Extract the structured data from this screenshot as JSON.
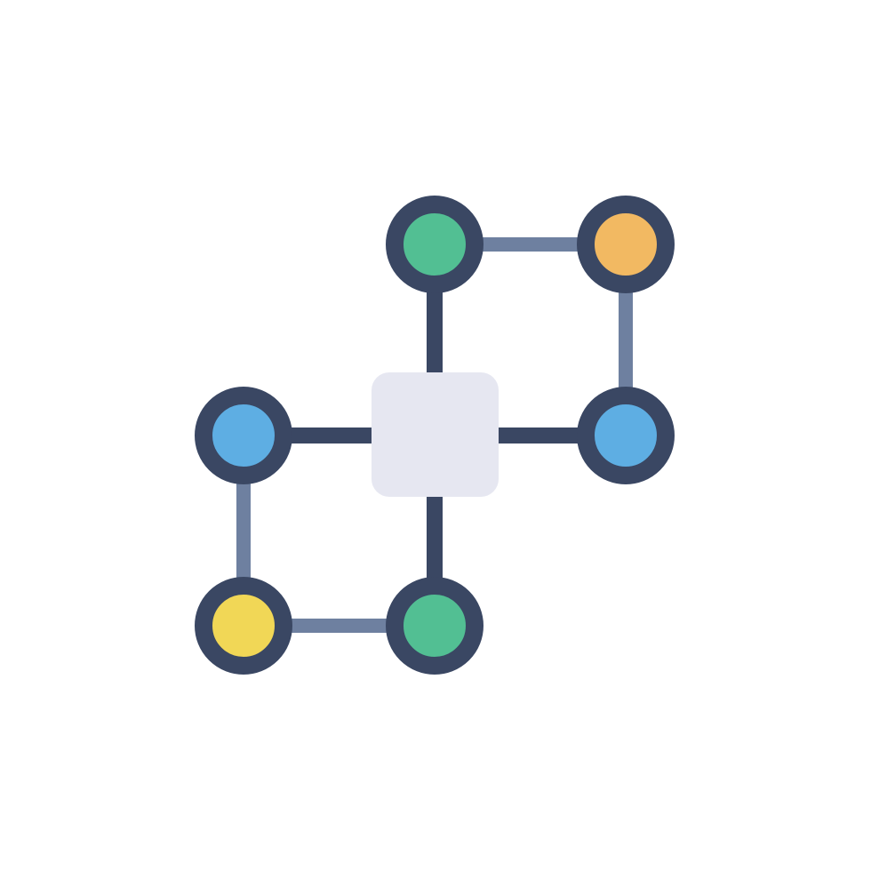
{
  "icon": {
    "name": "network-hub-icon",
    "colors": {
      "outline": "#3a4763",
      "secondary_link": "#6e80a0",
      "hub_fill": "#e6e7f1",
      "green": "#52bf93",
      "orange": "#f2b962",
      "blue": "#5eaee3",
      "yellow": "#f1d756",
      "background": "#ffffff"
    },
    "nodes": [
      {
        "id": "node-top-left",
        "fill": "green"
      },
      {
        "id": "node-top-right",
        "fill": "orange"
      },
      {
        "id": "node-middle-left",
        "fill": "blue"
      },
      {
        "id": "node-middle-right",
        "fill": "blue"
      },
      {
        "id": "node-bottom-left",
        "fill": "yellow"
      },
      {
        "id": "node-bottom-center",
        "fill": "green"
      }
    ],
    "links": [
      {
        "from": "hub",
        "to": "node-top-left",
        "style": "primary"
      },
      {
        "from": "hub",
        "to": "node-middle-left",
        "style": "primary"
      },
      {
        "from": "hub",
        "to": "node-middle-right",
        "style": "primary"
      },
      {
        "from": "hub",
        "to": "node-bottom-center",
        "style": "primary"
      },
      {
        "from": "node-top-left",
        "to": "node-top-right",
        "style": "secondary"
      },
      {
        "from": "node-top-right",
        "to": "node-middle-right",
        "style": "secondary"
      },
      {
        "from": "node-middle-left",
        "to": "node-bottom-left",
        "style": "secondary"
      },
      {
        "from": "node-bottom-left",
        "to": "node-bottom-center",
        "style": "secondary"
      }
    ]
  }
}
